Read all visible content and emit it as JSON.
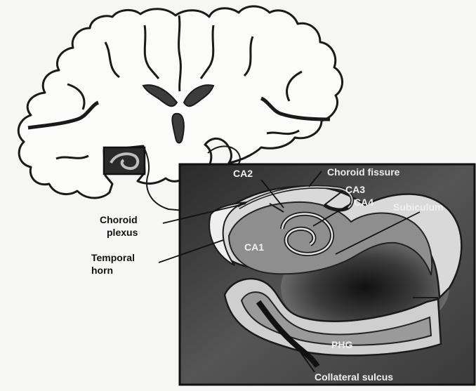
{
  "labels": {
    "ca2": "CA2",
    "choroid_fissure": "Choroid fissure",
    "ca3": "CA3",
    "ca4": "CA4",
    "subiculum": "Subiculum",
    "choroid_plexus_line1": "Choroid",
    "choroid_plexus_line2": "plexus",
    "temporal_horn_line1": "Temporal",
    "temporal_horn_line2": "horn",
    "ca1": "CA1",
    "phg": "PHG",
    "collateral_sulcus": "Collateral sulcus"
  },
  "colors": {
    "background": "#f6f6f4",
    "outline": "#1a1a1a",
    "inset_dark": "#3a3a3a",
    "inset_mid": "#8e8e8e",
    "inset_light": "#d6d6d6"
  }
}
